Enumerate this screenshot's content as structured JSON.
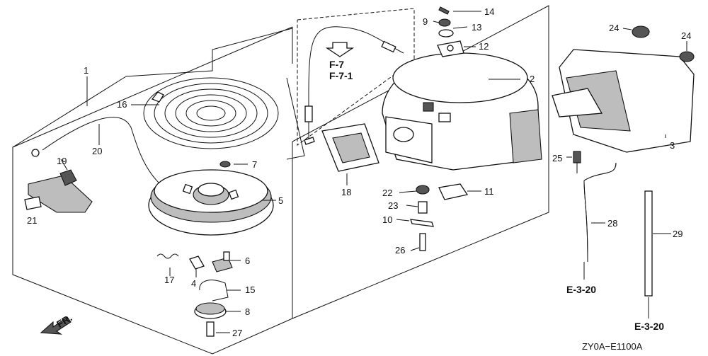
{
  "callouts": [
    {
      "id": "1",
      "text": "1"
    },
    {
      "id": "2",
      "text": "2"
    },
    {
      "id": "3",
      "text": "3"
    },
    {
      "id": "4",
      "text": "4"
    },
    {
      "id": "5",
      "text": "5"
    },
    {
      "id": "6",
      "text": "6"
    },
    {
      "id": "7",
      "text": "7"
    },
    {
      "id": "8",
      "text": "8"
    },
    {
      "id": "9",
      "text": "9"
    },
    {
      "id": "10",
      "text": "10"
    },
    {
      "id": "11",
      "text": "11"
    },
    {
      "id": "12",
      "text": "12"
    },
    {
      "id": "13",
      "text": "13"
    },
    {
      "id": "14",
      "text": "14"
    },
    {
      "id": "15",
      "text": "15"
    },
    {
      "id": "16",
      "text": "16"
    },
    {
      "id": "17",
      "text": "17"
    },
    {
      "id": "18",
      "text": "18"
    },
    {
      "id": "19",
      "text": "19"
    },
    {
      "id": "20",
      "text": "20"
    },
    {
      "id": "21",
      "text": "21"
    },
    {
      "id": "22",
      "text": "22"
    },
    {
      "id": "23",
      "text": "23"
    },
    {
      "id": "24a",
      "text": "24"
    },
    {
      "id": "24b",
      "text": "24"
    },
    {
      "id": "25",
      "text": "25"
    },
    {
      "id": "26",
      "text": "26"
    },
    {
      "id": "27",
      "text": "27"
    },
    {
      "id": "28",
      "text": "28"
    },
    {
      "id": "29",
      "text": "29"
    }
  ],
  "references": {
    "f7": "F-7",
    "f71": "F-7-1",
    "e320_a": "E-3-20",
    "e320_b": "E-3-20"
  },
  "front_label": "FR.",
  "diagram_code": "ZY0A−E1100A"
}
